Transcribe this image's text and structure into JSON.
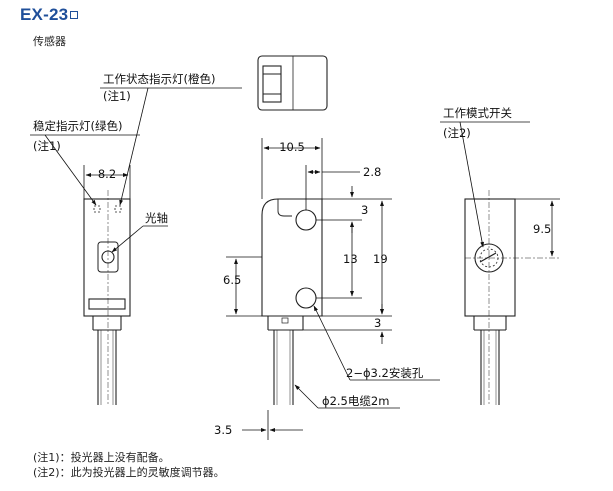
{
  "header": {
    "title": "EX-23",
    "subtitle": "传感器"
  },
  "labels": {
    "status_led": "工作状态指示灯(橙色)",
    "status_led_note": "(注1)",
    "stable_led": "稳定指示灯(绿色)",
    "stable_led_note": "(注1)",
    "optical_axis": "光轴",
    "mode_switch": "工作模式开关",
    "mode_switch_note": "(注2)",
    "mounting_hole": "2−ϕ3.2安装孔",
    "cable": "ϕ2.5电缆2m"
  },
  "dimensions": {
    "front_width": "8.2",
    "side_width": "10.5",
    "top_offset": "2.8",
    "hole_top": "3",
    "hole_pitch": "13",
    "total_height": "19",
    "axis_height": "6.5",
    "bottom_offset": "3",
    "cable_offset": "3.5",
    "switch_height": "9.5"
  },
  "notes": [
    "(注1)：投光器上没有配备。",
    "(注2)：此为投光器上的灵敏度调节器。"
  ]
}
